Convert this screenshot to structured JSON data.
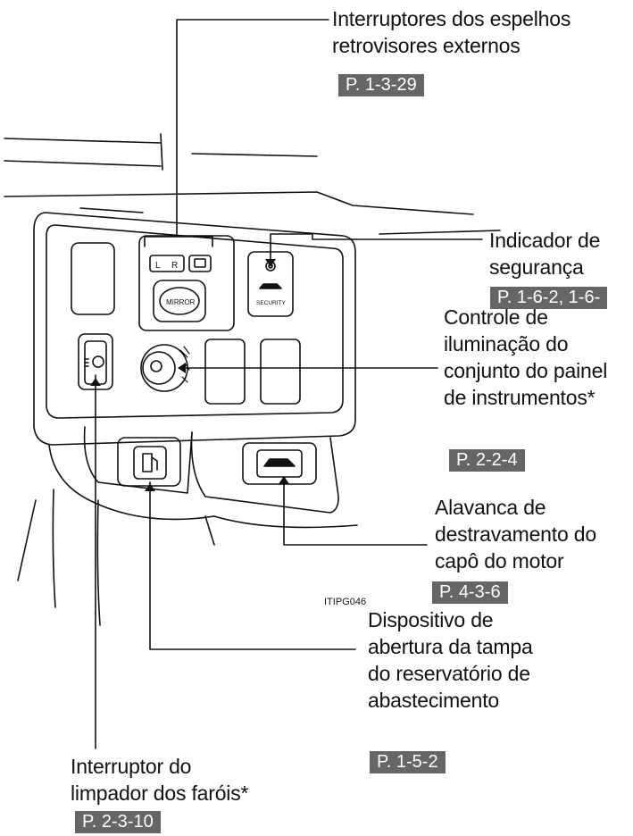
{
  "callouts": {
    "mirrors": {
      "lines": [
        "Interruptores dos espelhos",
        "retrovisores externos"
      ],
      "ref": "P. 1-3-29"
    },
    "security": {
      "lines": [
        "Indicador de",
        "segurança"
      ],
      "ref": "P. 1-6-2, 1-6-"
    },
    "dimmer": {
      "lines": [
        "Controle de",
        "iluminação do",
        "conjunto do painel",
        "de instrumentos*"
      ],
      "ref": "P. 2-2-4"
    },
    "hood": {
      "lines": [
        "Alavanca de",
        "destravamento do",
        "capô do motor"
      ],
      "ref": "P. 4-3-6"
    },
    "fuel": {
      "lines": [
        "Dispositivo de",
        "abertura da tampa",
        "do reservatório de",
        "abastecimento"
      ],
      "ref": "P. 1-5-2"
    },
    "wiper": {
      "lines": [
        "Interruptor do",
        "limpador dos faróis*"
      ],
      "ref": "P. 2-3-10"
    }
  },
  "figure": {
    "code": "ITIPG046",
    "mirror_l": "L",
    "mirror_r": "R",
    "mirror_knob": "MIRROR",
    "security_text": "SECURITY"
  }
}
